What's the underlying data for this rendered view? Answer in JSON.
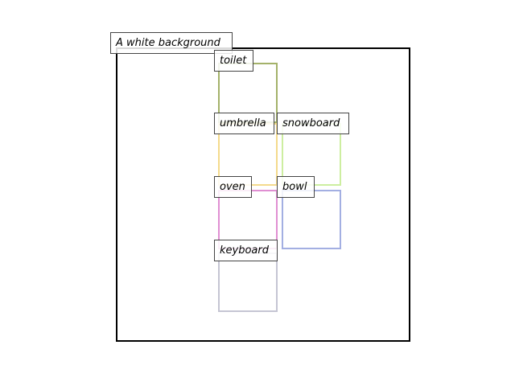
{
  "background_label": "A white background",
  "objects": [
    {
      "id": "toilet",
      "label": "toilet",
      "color": "#a4b26a"
    },
    {
      "id": "umbrella",
      "label": "umbrella",
      "color": "#f4da8c"
    },
    {
      "id": "snowboard",
      "label": "snowboard",
      "color": "#cdeea0"
    },
    {
      "id": "oven",
      "label": "oven",
      "color": "#e08fd2"
    },
    {
      "id": "bowl",
      "label": "bowl",
      "color": "#a3afe2"
    },
    {
      "id": "keyboard",
      "label": "keyboard",
      "color": "#c5c5d3"
    }
  ]
}
